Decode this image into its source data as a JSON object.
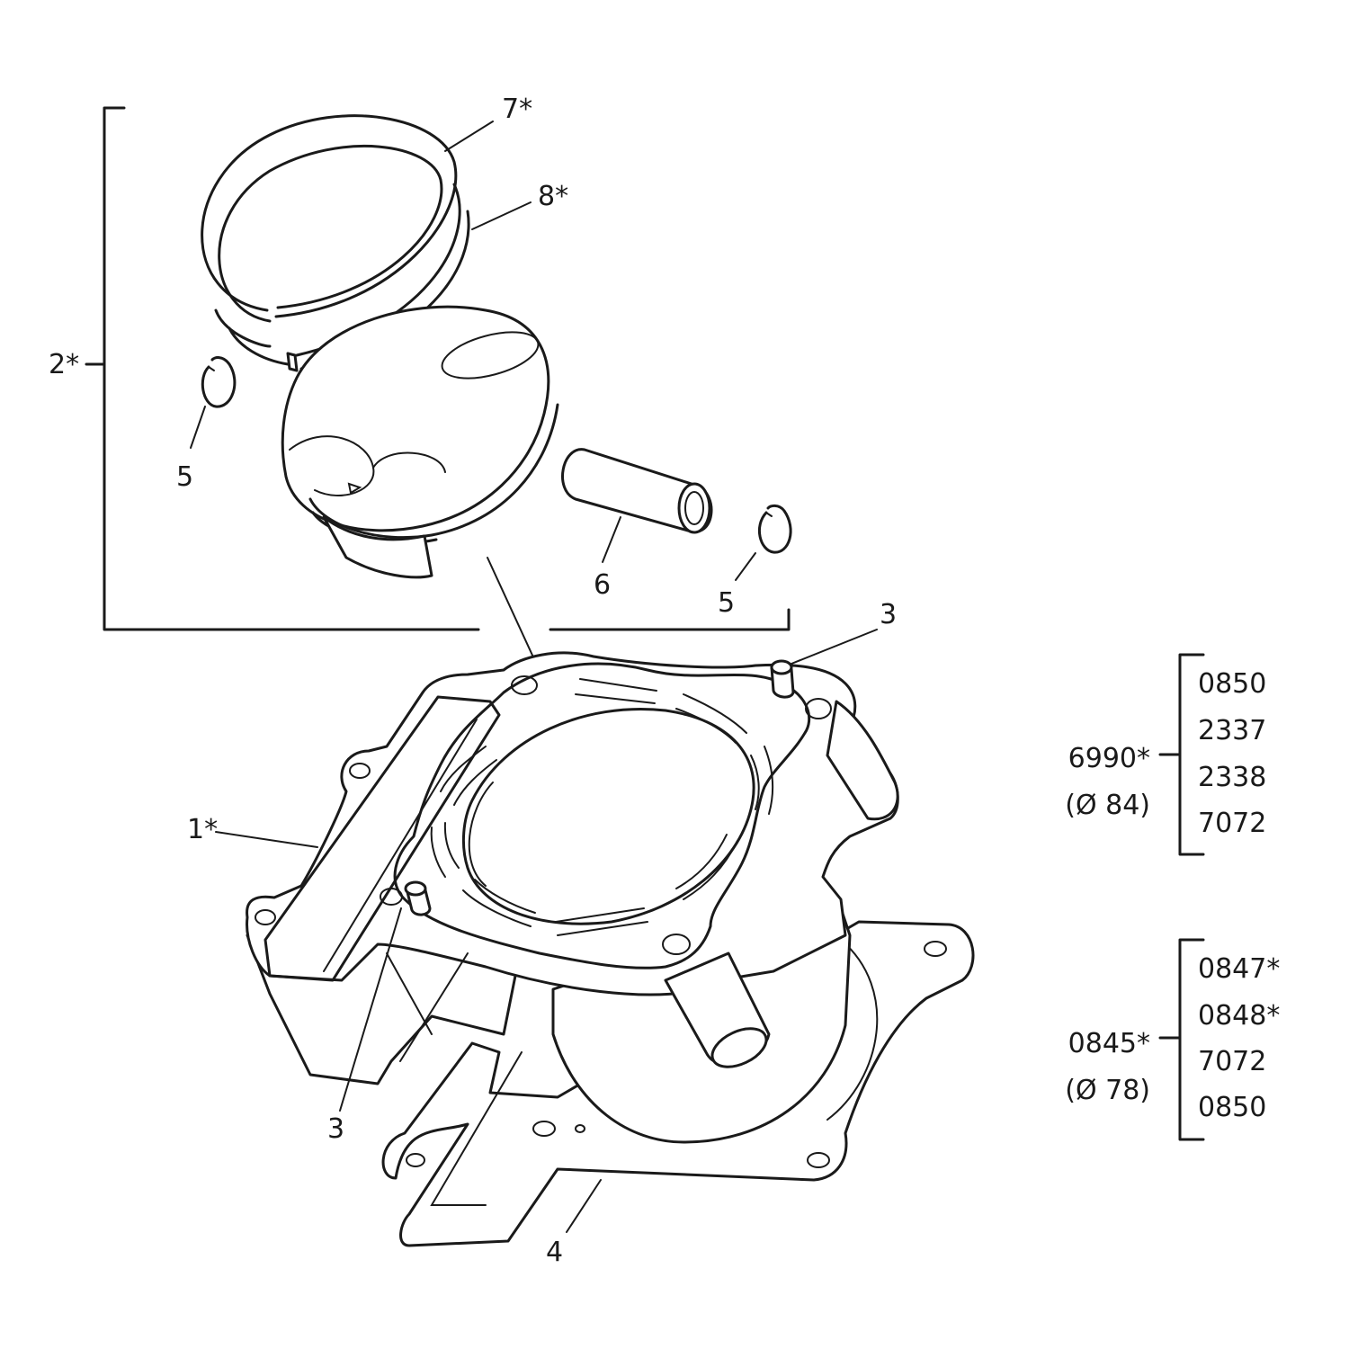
{
  "callouts": {
    "cylinder": "1*",
    "piston_assembly": "2*",
    "dowel_pin_right": "3",
    "dowel_pin_left": "3",
    "base_gasket": "4",
    "circlip_left": "5",
    "circlip_right": "5",
    "piston_pin": "6",
    "compression_ring": "7*",
    "oil_ring": "8*"
  },
  "variant_groups": [
    {
      "code": "6990*",
      "bore": "(Ø 84)",
      "models": [
        "0850",
        "2337",
        "2338",
        "7072"
      ]
    },
    {
      "code": "0845*",
      "bore": "(Ø 78)",
      "models": [
        "0847*",
        "0848*",
        "7072",
        "0850"
      ]
    }
  ]
}
